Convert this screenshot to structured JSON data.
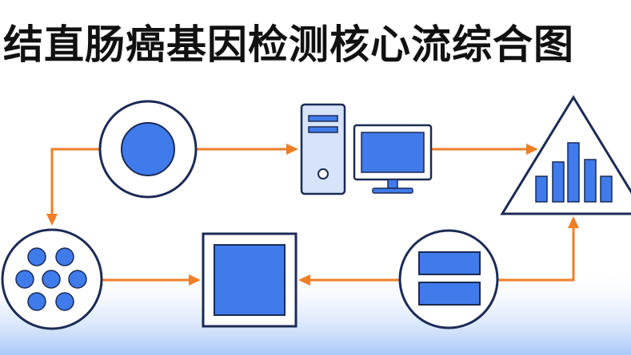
{
  "title": "结直肠癌基因检测核心流综合图",
  "colors": {
    "arrow": "#F07E26",
    "outline": "#1B2A55",
    "fill_primary": "#3F7BEA",
    "fill_light": "#D6E3F8",
    "bottom_glow": "#A9C8F7"
  },
  "nodes": [
    {
      "id": "sample-source",
      "shape": "circle-with-dot",
      "icon": "circle-icon"
    },
    {
      "id": "computer",
      "shape": "desktop-tower-and-monitor",
      "icon": "computer-icon"
    },
    {
      "id": "analysis",
      "shape": "triangle-with-bar-chart",
      "icon": "bar-chart-icon"
    },
    {
      "id": "cell-cluster",
      "shape": "circle-with-seven-dots",
      "icon": "cells-icon"
    },
    {
      "id": "result-square",
      "shape": "square-in-square",
      "icon": "square-icon"
    },
    {
      "id": "data-records",
      "shape": "circle-with-two-bars",
      "icon": "records-icon"
    }
  ],
  "edges": [
    {
      "from": "sample-source",
      "to": "computer"
    },
    {
      "from": "computer",
      "to": "analysis"
    },
    {
      "from": "sample-source",
      "to": "cell-cluster"
    },
    {
      "from": "cell-cluster",
      "to": "result-square"
    },
    {
      "from": "data-records",
      "to": "result-square"
    },
    {
      "from": "data-records",
      "to": "analysis"
    }
  ]
}
